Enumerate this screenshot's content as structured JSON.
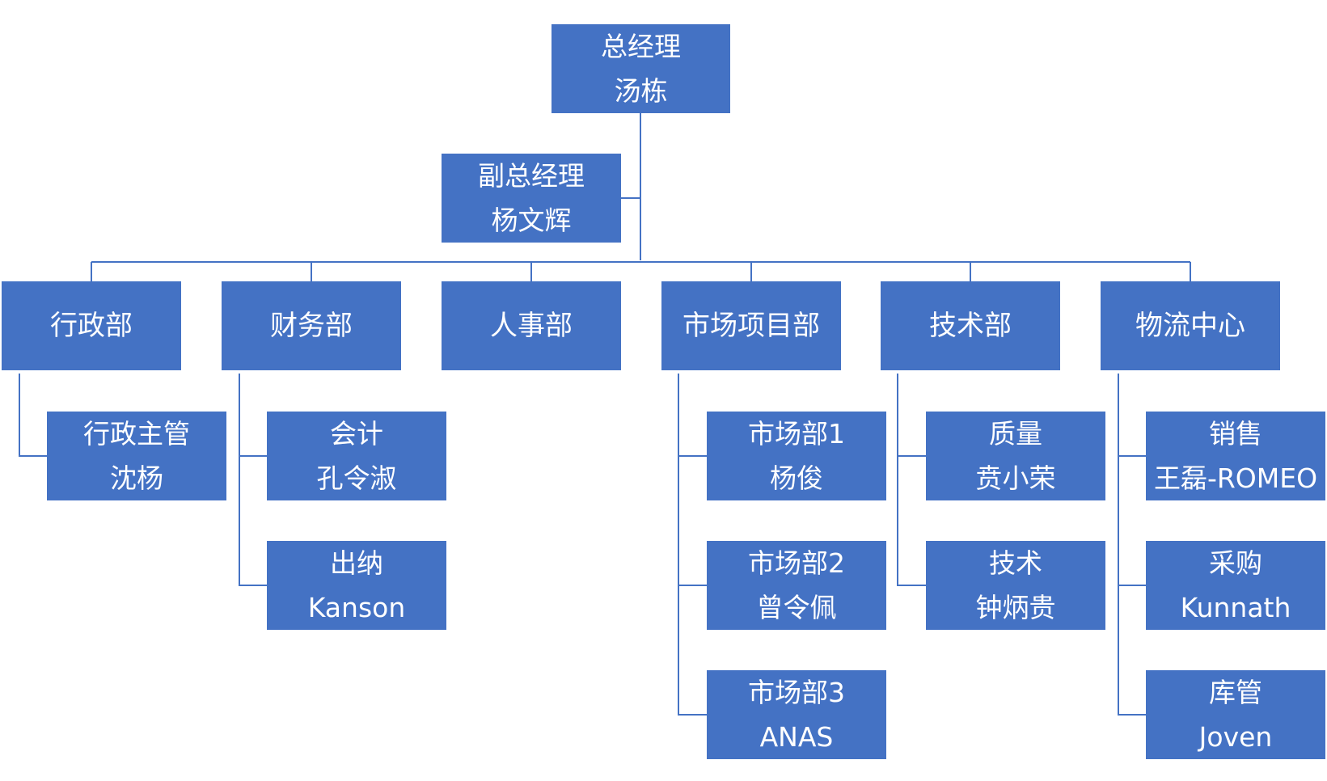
{
  "org_chart": {
    "top": {
      "title": "总经理",
      "name": "汤栋"
    },
    "deputy": {
      "title": "副总经理",
      "name": "杨文辉"
    },
    "departments": [
      {
        "label": "行政部",
        "members": [
          {
            "title": "行政主管",
            "name": "沈杨"
          }
        ]
      },
      {
        "label": "财务部",
        "members": [
          {
            "title": "会计",
            "name": "孔令淑"
          },
          {
            "title": "出纳",
            "name": "Kanson"
          }
        ]
      },
      {
        "label": "人事部",
        "members": []
      },
      {
        "label": "市场项目部",
        "members": [
          {
            "title": "市场部1",
            "name": "杨俊"
          },
          {
            "title": "市场部2",
            "name": "曾令佩"
          },
          {
            "title": "市场部3",
            "name": "ANAS"
          }
        ]
      },
      {
        "label": "技术部",
        "members": [
          {
            "title": "质量",
            "name": "贲小荣"
          },
          {
            "title": "技术",
            "name": "钟炳贵"
          }
        ]
      },
      {
        "label": "物流中心",
        "members": [
          {
            "title": "销售",
            "name": "王磊-ROMEO"
          },
          {
            "title": "采购",
            "name": "Kunnath"
          },
          {
            "title": "库管",
            "name": "Joven"
          }
        ]
      }
    ],
    "colors": {
      "box_fill": "#4472C4",
      "connector": "#4472C4",
      "text": "#ffffff"
    }
  }
}
